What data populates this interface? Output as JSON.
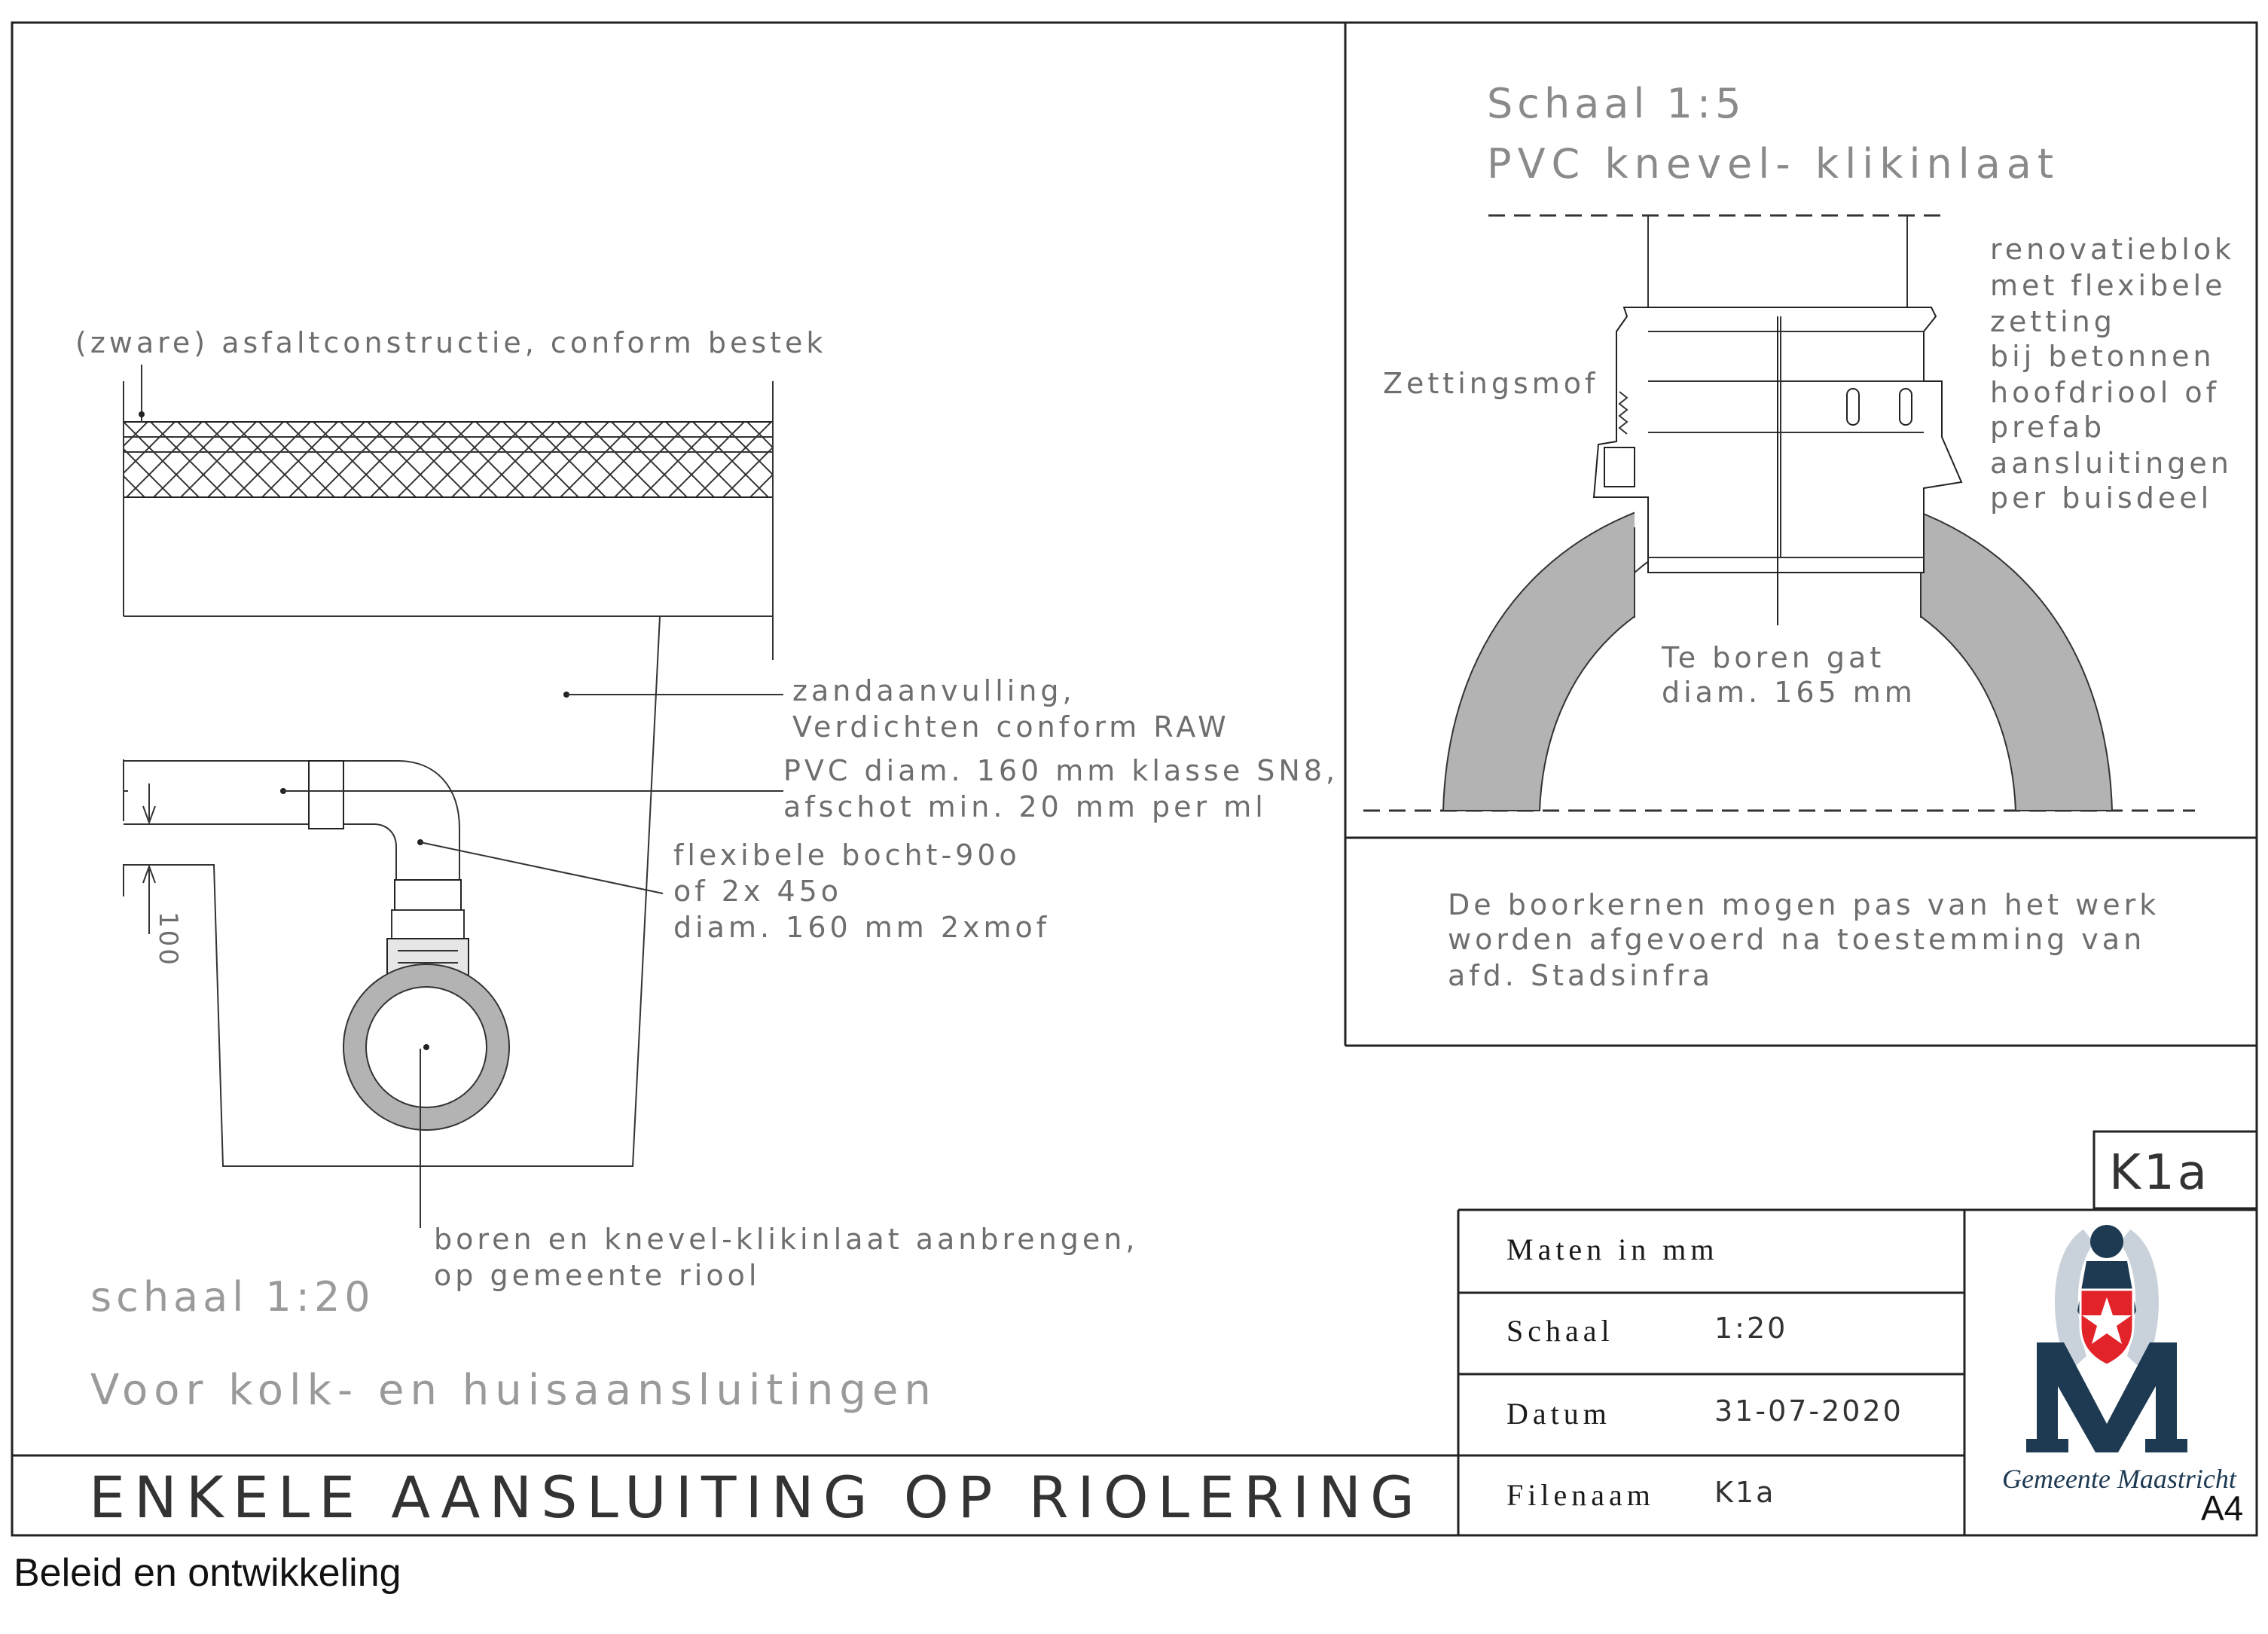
{
  "main_drawing": {
    "label_asphalt": "(zware) asfaltconstructie, conform bestek",
    "label_fill_1": "zandaanvulling,",
    "label_fill_2": "Verdichten conform RAW",
    "label_pipe_1": "PVC diam. 160 mm klasse SN8,",
    "label_pipe_2": "afschot min. 20 mm per ml",
    "label_bend_1": "flexibele bocht-90o",
    "label_bend_2": "of 2x 45o",
    "label_bend_3": "diam. 160 mm 2xmof",
    "label_drill_1": "boren en knevel-klikinlaat aanbrengen,",
    "label_drill_2": "op gemeente riool",
    "dimension": "100",
    "scale": "schaal 1:20",
    "subtitle": "Voor kolk- en huisaansluitingen",
    "title": "ENKELE AANSLUITING OP RIOLERING"
  },
  "detail": {
    "scale": "Schaal 1:5",
    "title": "PVC knevel- klikinlaat",
    "label_sleeve": "Zettingsmof",
    "label_reno": [
      "renovatieblok",
      "met flexibele",
      "zetting",
      "bij betonnen",
      "hoofdriool of",
      "prefab",
      "aansluitingen",
      "per buisdeel"
    ],
    "label_hole_1": "Te boren gat",
    "label_hole_2": "diam. 165 mm"
  },
  "note": {
    "line_1": "De boorkernen mogen pas van het werk",
    "line_2": "worden afgevoerd na toestemming van",
    "line_3": "afd. Stadsinfra"
  },
  "title_block": {
    "drawing_code": "K1a",
    "units_label": "Maten in mm",
    "scale_label": "Schaal",
    "scale_value": "1:20",
    "date_label": "Datum",
    "date_value": "31-07-2020",
    "file_label": "Filenaam",
    "file_value": "K1a",
    "organisation": "Gemeente Maastricht",
    "sheet_size": "A4"
  },
  "footer": "Beleid en ontwikkeling",
  "colors": {
    "concrete": "#b3b3b3",
    "logo_navy": "#1d3a52",
    "logo_red": "#e2232a",
    "text_gray": "#6e6e6e"
  }
}
